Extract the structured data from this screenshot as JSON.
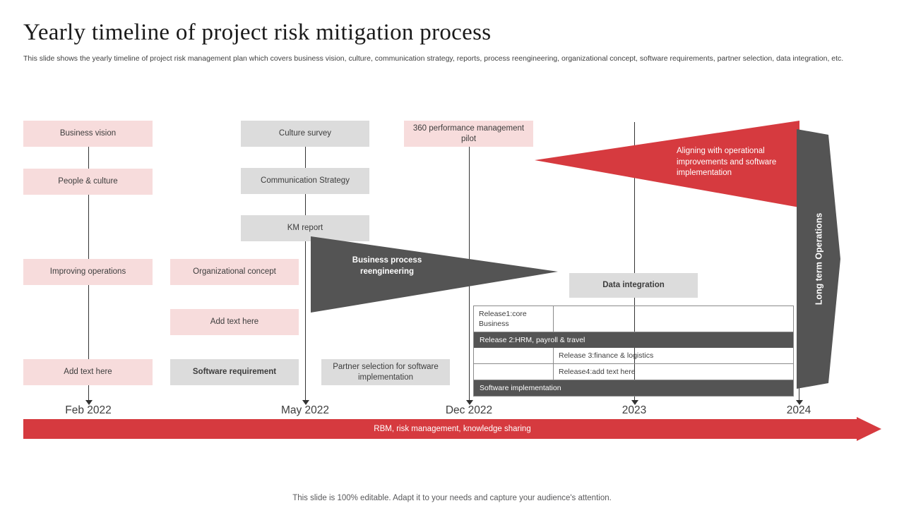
{
  "header": {
    "title": "Yearly timeline of project risk mitigation process",
    "subtitle": "This slide shows the yearly timeline of project risk management plan which covers business vision, culture, communication strategy, reports, process reengineering, organizational concept, software requirements, partner selection, data integration, etc."
  },
  "footer": {
    "note": "This slide is 100% editable. Adapt it to your needs and capture your audience's attention."
  },
  "colors": {
    "pink": "#f7dcdc",
    "gray": "#dcdcdc",
    "dark_gray": "#545454",
    "red": "#d63a3f",
    "axis": "#333333"
  },
  "timeline": {
    "axis_labels": [
      "Feb 2022",
      "May 2022",
      "Dec 2022",
      "2023",
      "2024"
    ],
    "bottom_arrow_label": "RBM, risk management, knowledge sharing"
  },
  "milestones": {
    "col_feb": [
      {
        "label": "Business vision",
        "style": "pink"
      },
      {
        "label": "People & culture",
        "style": "pink"
      },
      {
        "label": "Improving operations",
        "style": "pink"
      },
      {
        "label": "Add text here",
        "style": "pink"
      }
    ],
    "col_may": [
      {
        "label": "Culture survey",
        "style": "gray"
      },
      {
        "label": "Communication Strategy",
        "style": "gray"
      },
      {
        "label": "KM report",
        "style": "gray"
      },
      {
        "label": "Organizational concept",
        "style": "pink"
      },
      {
        "label": "Add text here",
        "style": "pink"
      },
      {
        "label": "Software requirement",
        "style": "gray-bold"
      }
    ],
    "col_dec": [
      {
        "label": "360 performance management pilot",
        "style": "pink"
      },
      {
        "label": "Partner selection for software implementation",
        "style": "gray"
      }
    ],
    "col_2023": [
      {
        "label": "Data integration",
        "style": "gray-bold"
      }
    ]
  },
  "callouts": {
    "business_process": "Business process reengineering",
    "aligning": "Aligning with operational improvements and software implementation",
    "long_term": "Long term Operations"
  },
  "release_table": {
    "rows": [
      {
        "type": "split",
        "left": "Release1:core Business",
        "right": ""
      },
      {
        "type": "fullbar",
        "text": "Release 2:HRM, payroll & travel"
      },
      {
        "type": "split",
        "left": "",
        "right": "Release 3:finance & logistics"
      },
      {
        "type": "split",
        "left": "",
        "right": "Release4:add text here"
      },
      {
        "type": "fullbar",
        "text": "Software implementation"
      }
    ]
  }
}
